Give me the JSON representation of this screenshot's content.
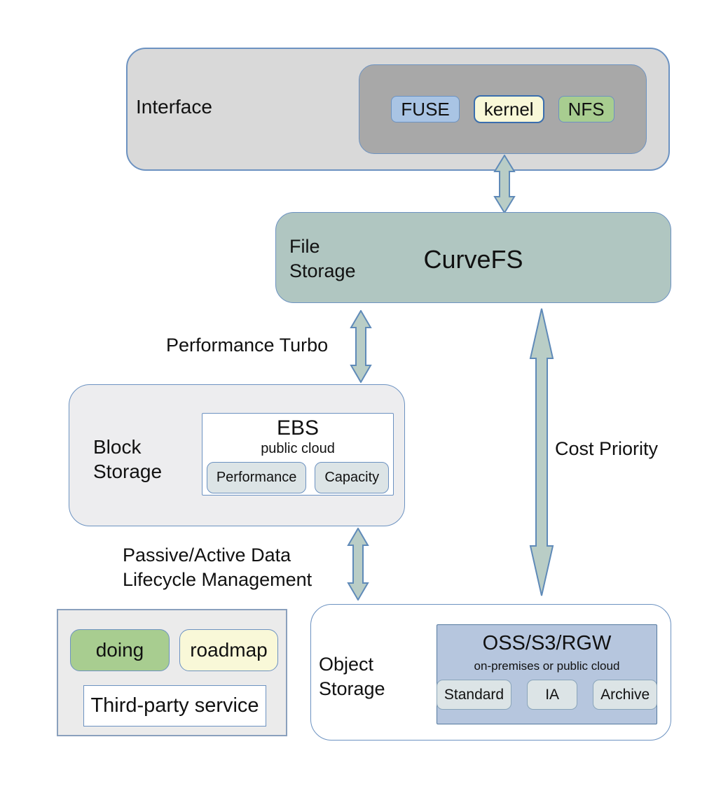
{
  "colors": {
    "border_blue": "#6c92c1",
    "arrow_fill": "#b9cdc6",
    "arrow_stroke": "#5f8ab8",
    "interface_fill": "#d9d9d9",
    "interface_inner_fill": "#a8a8a8",
    "chip_blue_fill": "#a9c4e4",
    "chip_yellow_fill": "#f9f8d8",
    "chip_yellow_border": "#3a6eae",
    "chip_green_fill": "#a8cd90",
    "file_storage_fill": "#b0c6c1",
    "block_storage_fill": "#ededef",
    "sub_chip_fill": "#dce4e6",
    "oss_fill": "#b6c6de",
    "legend_fill": "#ebebeb"
  },
  "interface": {
    "label": "Interface",
    "chips": [
      {
        "label": "FUSE"
      },
      {
        "label": "kernel"
      },
      {
        "label": "NFS"
      }
    ]
  },
  "file_storage": {
    "label_line1": "File",
    "label_line2": "Storage",
    "title": "CurveFS"
  },
  "annotations": {
    "performance_turbo": "Performance Turbo",
    "cost_priority": "Cost Priority",
    "lifecycle_line1": "Passive/Active Data",
    "lifecycle_line2": "Lifecycle Management"
  },
  "block_storage": {
    "label_line1": "Block",
    "label_line2": "Storage",
    "ebs": {
      "title": "EBS",
      "subtitle": "public cloud",
      "chips": [
        {
          "label": "Performance"
        },
        {
          "label": "Capacity"
        }
      ]
    }
  },
  "object_storage": {
    "label_line1": "Object",
    "label_line2": "Storage",
    "oss": {
      "title": "OSS/S3/RGW",
      "subtitle": "on-premises or public cloud",
      "chips": [
        {
          "label": "Standard"
        },
        {
          "label": "IA"
        },
        {
          "label": "Archive"
        }
      ]
    }
  },
  "legend": {
    "doing_label": "doing",
    "roadmap_label": "roadmap",
    "third_party_label": "Third-party service"
  }
}
